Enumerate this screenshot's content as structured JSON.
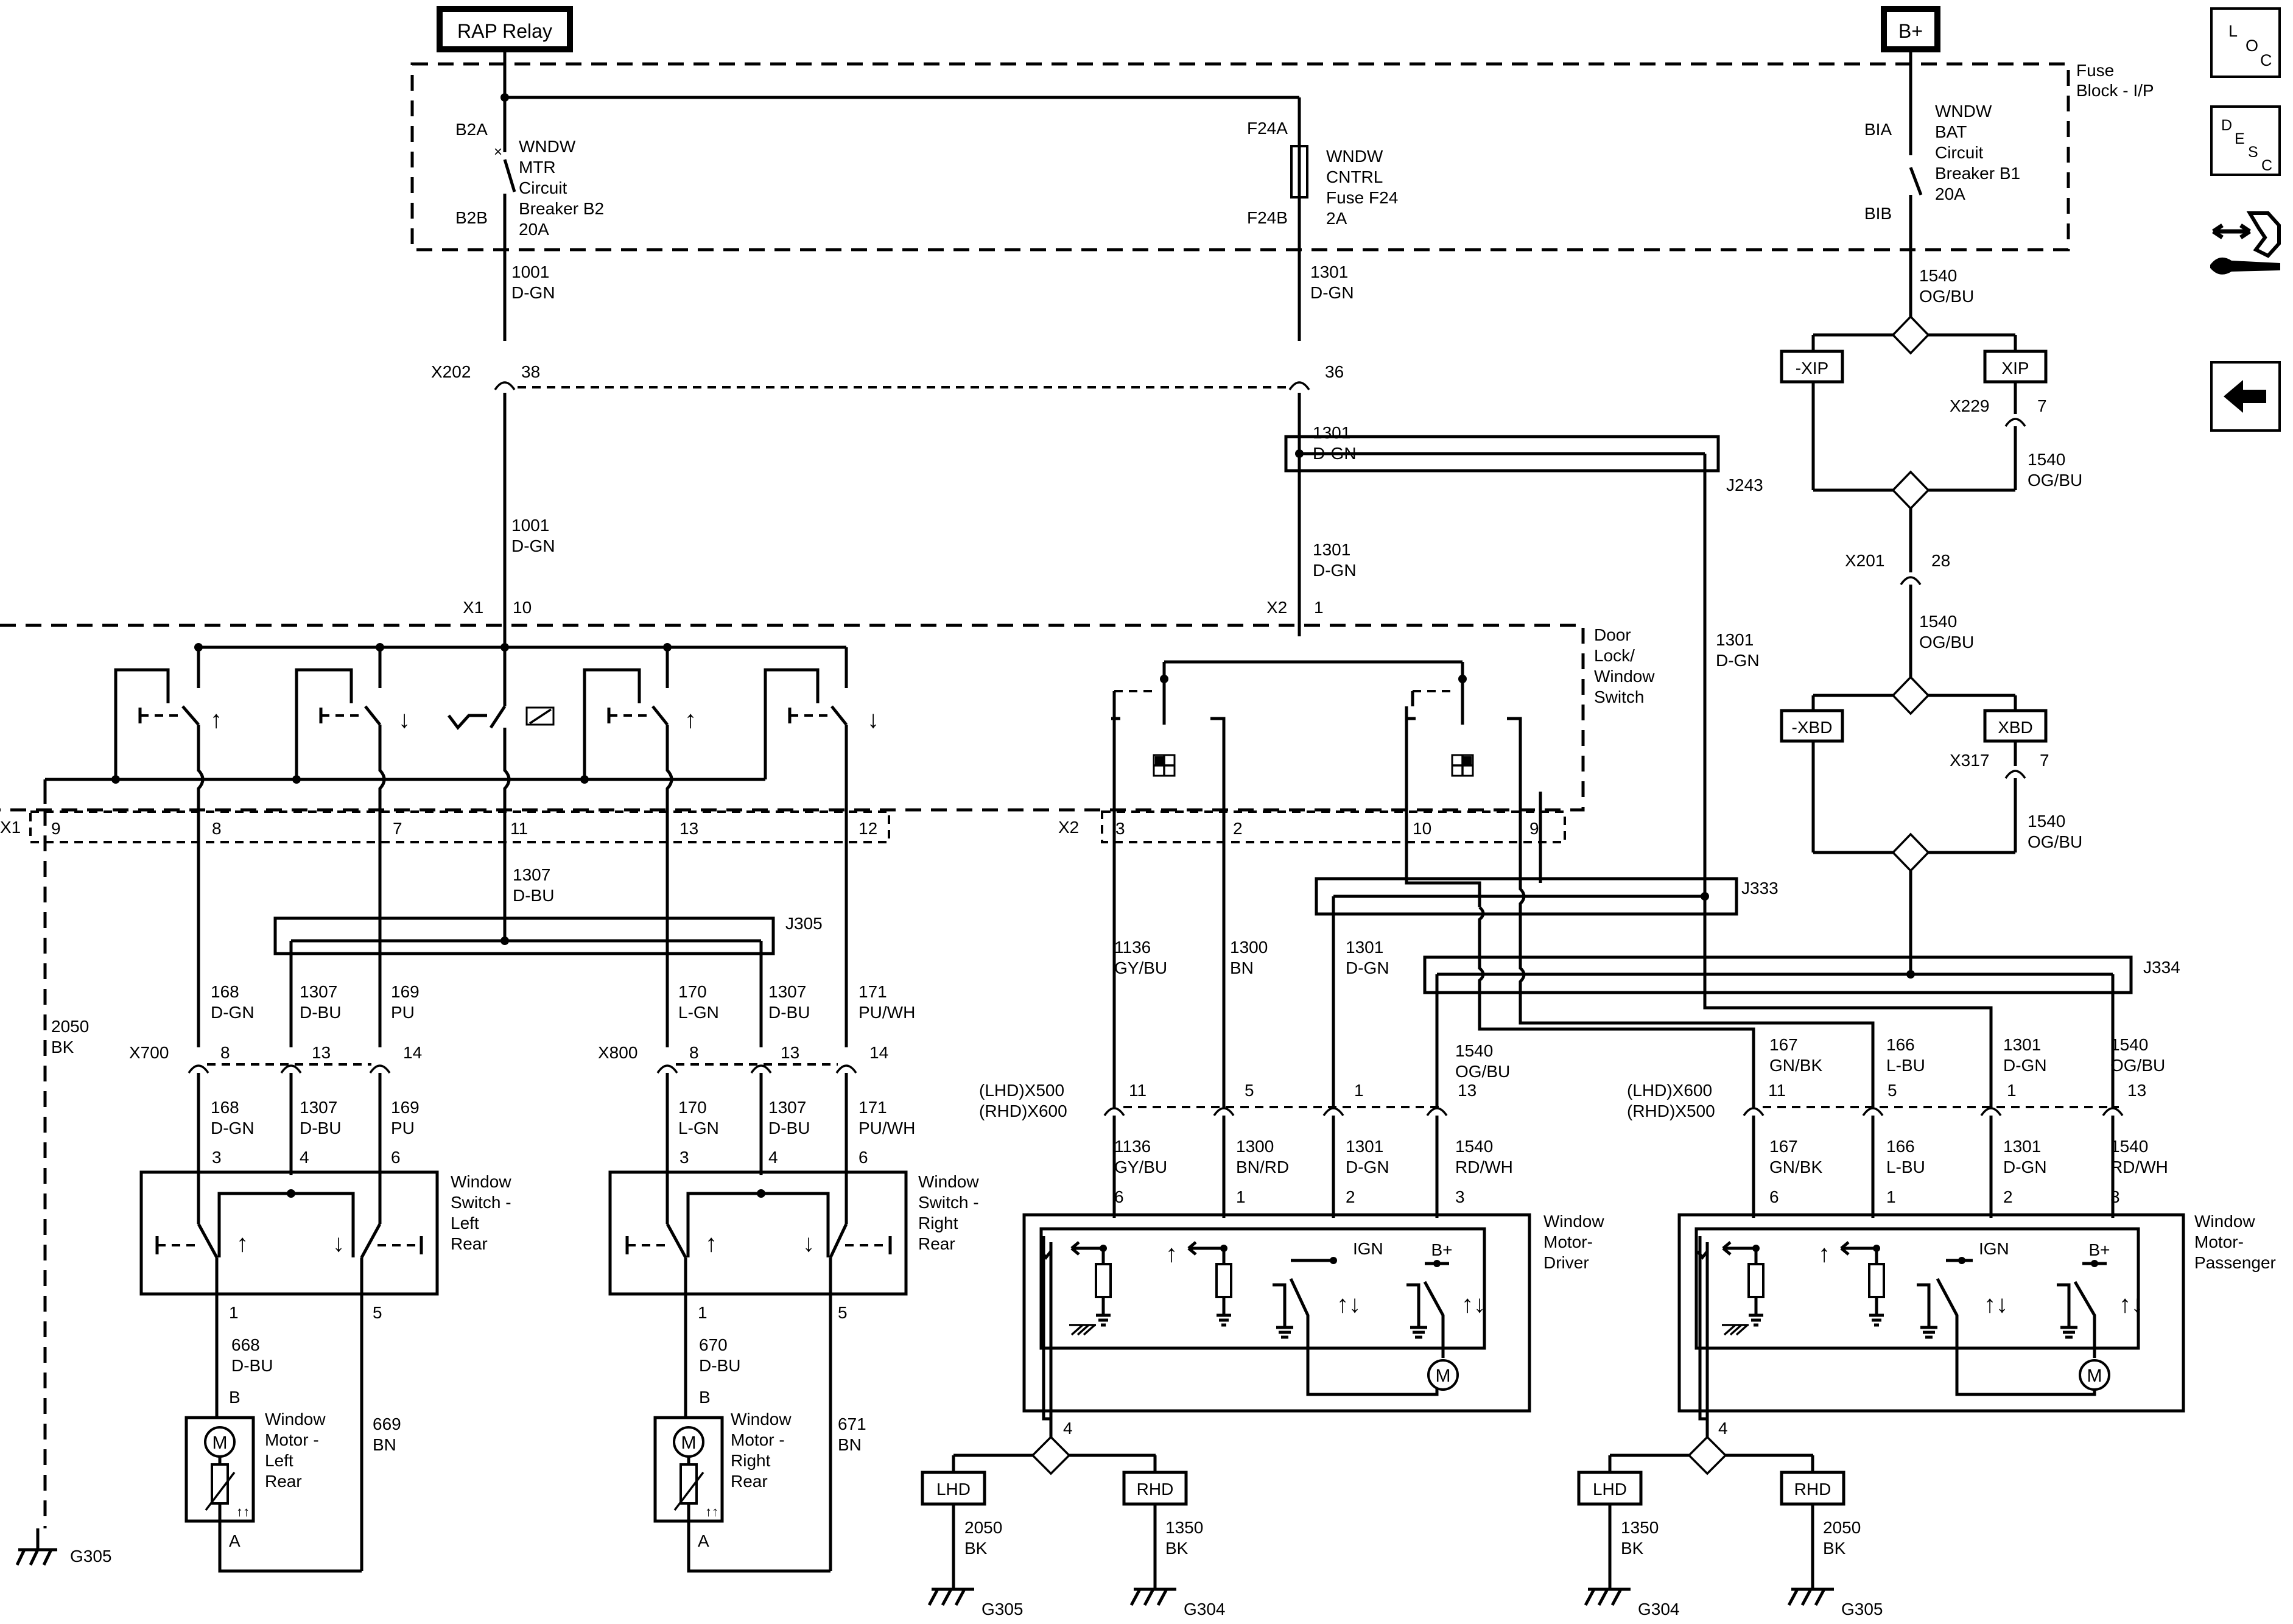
{
  "header": {
    "rap_relay": "RAP Relay",
    "bplus": "B+"
  },
  "nav": {
    "loc": [
      "L",
      "O",
      "C"
    ],
    "desc": [
      "D",
      "E",
      "S",
      "C"
    ],
    "connector_view_icon": "connector-tool-icon",
    "back_icon": "arrow-left-icon"
  },
  "fuse_block": {
    "label": [
      "Fuse",
      "Block - I/P"
    ],
    "cb_b2": {
      "top": "B2A",
      "bottom": "B2B",
      "label": [
        "WNDW",
        "MTR",
        "Circuit",
        "Breaker B2",
        "20A"
      ]
    },
    "fuse_f24": {
      "top": "F24A",
      "bottom": "F24B",
      "label": [
        "WNDW",
        "CNTRL",
        "Fuse F24",
        "2A"
      ]
    },
    "cb_b1": {
      "top": "BIA",
      "bottom": "BIB",
      "label": [
        "WNDW",
        "BAT",
        "Circuit",
        "Breaker B1",
        "20A"
      ]
    }
  },
  "wires": {
    "w1001_top": [
      "1001",
      "D-GN"
    ],
    "w1301_top": [
      "1301",
      "D-GN"
    ],
    "w1540_top": [
      "1540",
      "OG/BU"
    ],
    "w1001_mid": [
      "1001",
      "D-GN"
    ],
    "w1301_mid": [
      "1301",
      "D-GN"
    ],
    "w1301_j243": [
      "1301",
      "D-GN"
    ],
    "w1301_right": [
      "1301",
      "D-GN"
    ],
    "w1540_x229": [
      "1540",
      "OG/BU"
    ],
    "w1540_x201": [
      "1540",
      "OG/BU"
    ],
    "w1540_x317": [
      "1540",
      "OG/BU"
    ],
    "w1307": [
      "1307",
      "D-BU"
    ],
    "w2050_left": [
      "2050",
      "BK"
    ],
    "w168_a": [
      "168",
      "D-GN"
    ],
    "w1307_a": [
      "1307",
      "D-BU"
    ],
    "w169_a": [
      "169",
      "PU"
    ],
    "w170_a": [
      "170",
      "L-GN"
    ],
    "w1307_b": [
      "1307",
      "D-BU"
    ],
    "w171_a": [
      "171",
      "PU/WH"
    ],
    "w168_b": [
      "168",
      "D-GN"
    ],
    "w1307_c": [
      "1307",
      "D-BU"
    ],
    "w169_b": [
      "169",
      "PU"
    ],
    "w170_b": [
      "170",
      "L-GN"
    ],
    "w1307_d": [
      "1307",
      "D-BU"
    ],
    "w171_b": [
      "171",
      "PU/WH"
    ],
    "w668": [
      "668",
      "D-BU"
    ],
    "w669": [
      "669",
      "BN"
    ],
    "w670": [
      "670",
      "D-BU"
    ],
    "w671": [
      "671",
      "BN"
    ],
    "w1136_a": [
      "1136",
      "GY/BU"
    ],
    "w1300_a": [
      "1300",
      "BN"
    ],
    "w1301_a": [
      "1301",
      "D-GN"
    ],
    "w1540_a": [
      "1540",
      "OG/BU"
    ],
    "w1136_b": [
      "1136",
      "GY/BU"
    ],
    "w1300_b": [
      "1300",
      "BN/RD"
    ],
    "w1301_b": [
      "1301",
      "D-GN"
    ],
    "w1540_b": [
      "1540",
      "RD/WH"
    ],
    "w167_a": [
      "167",
      "GN/BK"
    ],
    "w166_a": [
      "166",
      "L-BU"
    ],
    "w1301_c": [
      "1301",
      "D-GN"
    ],
    "w1540_c": [
      "1540",
      "OG/BU"
    ],
    "w167_b": [
      "167",
      "GN/BK"
    ],
    "w166_b": [
      "166",
      "L-BU"
    ],
    "w1301_d": [
      "1301",
      "D-GN"
    ],
    "w1540_d": [
      "1540",
      "RD/WH"
    ],
    "w2050_lhd_d": [
      "2050",
      "BK"
    ],
    "w1350_rhd_d": [
      "1350",
      "BK"
    ],
    "w1350_lhd_p": [
      "1350",
      "BK"
    ],
    "w2050_rhd_p": [
      "2050",
      "BK"
    ]
  },
  "connectors": {
    "x202": {
      "name": "X202",
      "pin1": "38",
      "pin2": "36"
    },
    "xip_neg": "-XIP",
    "xip_pos": "XIP",
    "x229": {
      "name": "X229",
      "pin": "7"
    },
    "x201": {
      "name": "X201",
      "pin": "28"
    },
    "xbd_neg": "-XBD",
    "xbd_pos": "XBD",
    "x317": {
      "name": "X317",
      "pin": "7"
    },
    "x1_top": {
      "name": "X1",
      "pin": "10"
    },
    "x2_top": {
      "name": "X2",
      "pin": "1"
    },
    "x1_bottom": {
      "name": "X1",
      "pins": [
        "9",
        "8",
        "7",
        "11",
        "13",
        "12"
      ]
    },
    "x2_bottom": {
      "name": "X2",
      "pins": [
        "3",
        "2",
        "10",
        "9"
      ]
    },
    "x700": {
      "name": "X700",
      "pins": [
        "8",
        "13",
        "14"
      ]
    },
    "x800": {
      "name": "X800",
      "pins": [
        "8",
        "13",
        "14"
      ]
    },
    "x500": {
      "name": [
        "(LHD)X500",
        "(RHD)X600"
      ],
      "pins": [
        "11",
        "5",
        "1",
        "13"
      ]
    },
    "x600": {
      "name": [
        "(LHD)X600",
        "(RHD)X500"
      ],
      "pins": [
        "11",
        "5",
        "1",
        "13"
      ]
    }
  },
  "splices": {
    "j243": "J243",
    "j305": "J305",
    "j333": "J333",
    "j334": "J334"
  },
  "components": {
    "door_switch": [
      "Door",
      "Lock/",
      "Window",
      "Switch"
    ],
    "sw_left_rear": {
      "label": [
        "Window",
        "Switch -",
        "Left",
        "Rear"
      ],
      "pins": [
        "3",
        "4",
        "6",
        "1",
        "5"
      ]
    },
    "sw_right_rear": {
      "label": [
        "Window",
        "Switch -",
        "Right",
        "Rear"
      ],
      "pins": [
        "3",
        "4",
        "6",
        "1",
        "5"
      ]
    },
    "motor_left_rear": {
      "label": [
        "Window",
        "Motor -",
        "Left",
        "Rear"
      ],
      "pins": [
        "B",
        "A"
      ],
      "symbol": "M"
    },
    "motor_right_rear": {
      "label": [
        "Window",
        "Motor -",
        "Right",
        "Rear"
      ],
      "pins": [
        "B",
        "A"
      ],
      "symbol": "M"
    },
    "motor_driver": {
      "label": [
        "Window",
        "Motor-",
        "Driver"
      ],
      "pins": [
        "6",
        "1",
        "2",
        "3",
        "4"
      ],
      "ign": "IGN",
      "bplus": "B+",
      "symbol": "M"
    },
    "motor_passenger": {
      "label": [
        "Window",
        "Motor-",
        "Passenger"
      ],
      "pins": [
        "6",
        "1",
        "2",
        "3",
        "4"
      ],
      "ign": "IGN",
      "bplus": "B+",
      "symbol": "M"
    }
  },
  "option_boxes": {
    "lhd": "LHD",
    "rhd": "RHD"
  },
  "grounds": {
    "g305": "G305",
    "g304": "G304"
  }
}
